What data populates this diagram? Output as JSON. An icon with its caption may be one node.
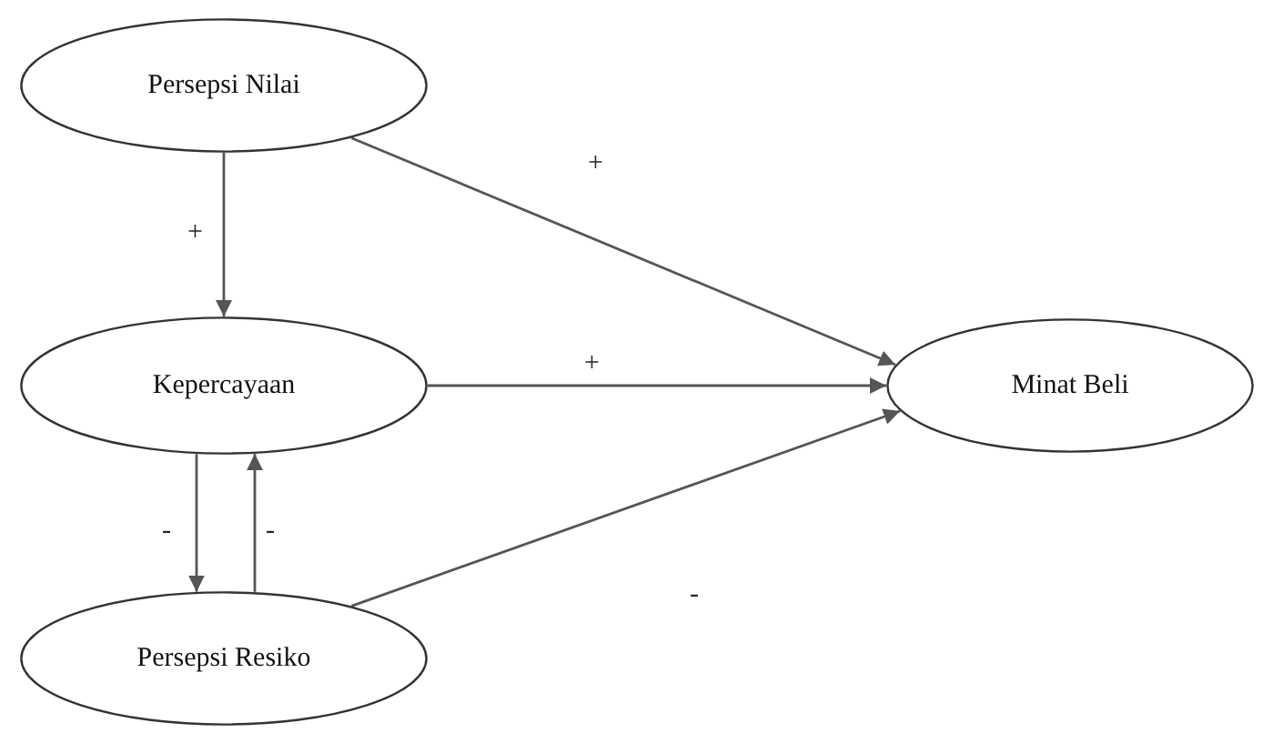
{
  "diagram": {
    "nodes": [
      {
        "text": [
          "Persepsi Nilai"
        ]
      },
      {
        "text": [
          "Kepercayaan"
        ]
      },
      {
        "text": [
          "Persepsi Resiko"
        ]
      },
      {
        "text": [
          "Minat Beli"
        ]
      }
    ],
    "edges": [
      {
        "from": 0,
        "to": 3,
        "arrow": "to",
        "label": "+"
      },
      {
        "from": 0,
        "to": 1,
        "arrow": "to",
        "label": "+"
      },
      {
        "from": 1,
        "to": 3,
        "arrow": "to",
        "label": "+"
      },
      {
        "from": 1,
        "to": 2,
        "arrow": "to",
        "label": "-"
      },
      {
        "from": 2,
        "to": 1,
        "arrow": "to",
        "label": "-"
      },
      {
        "from": 2,
        "to": 3,
        "arrow": "to",
        "label": "-"
      }
    ]
  }
}
